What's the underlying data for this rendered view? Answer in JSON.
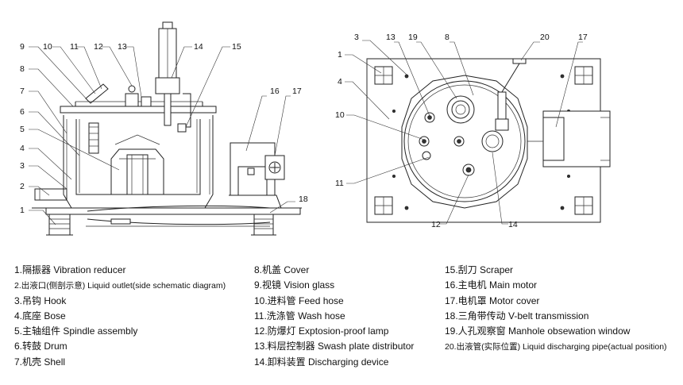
{
  "callouts_left": [
    "1",
    "2",
    "3",
    "4",
    "5",
    "6",
    "7",
    "8",
    "9",
    "10",
    "11",
    "12",
    "13",
    "14",
    "15",
    "16",
    "17",
    "18"
  ],
  "callouts_right": [
    "1",
    "3",
    "4",
    "8",
    "10",
    "11",
    "12",
    "13",
    "14",
    "17",
    "19",
    "20"
  ],
  "legend_col1": [
    "1.隔振器 Vibration reducer",
    "2.出液口(侧剖示意) Liquid outlet(side schematic diagram)",
    "3.吊钩 Hook",
    "4.底座 Bose",
    "5.主轴组件 Spindle assembly",
    "6.转鼓 Drum",
    "7.机壳 Shell"
  ],
  "legend_col2": [
    "8.机盖 Cover",
    "9.视镜 Vision glass",
    "10.进料管 Feed hose",
    "11.洗涤管 Wash hose",
    "12.防爆灯 Exptosion-proof lamp",
    "13.料层控制器 Swash plate distributor",
    "14.卸料装置 Discharging device"
  ],
  "legend_col3": [
    "15.刮刀 Scraper",
    "16.主电机 Main motor",
    "17.电机罩 Motor cover",
    "18.三角带传动 V-belt transmission",
    "19.人孔观察窗 Manhole obsewation window",
    "20.出液管(实际位置) Liquid discharging pipe(actual position)"
  ]
}
